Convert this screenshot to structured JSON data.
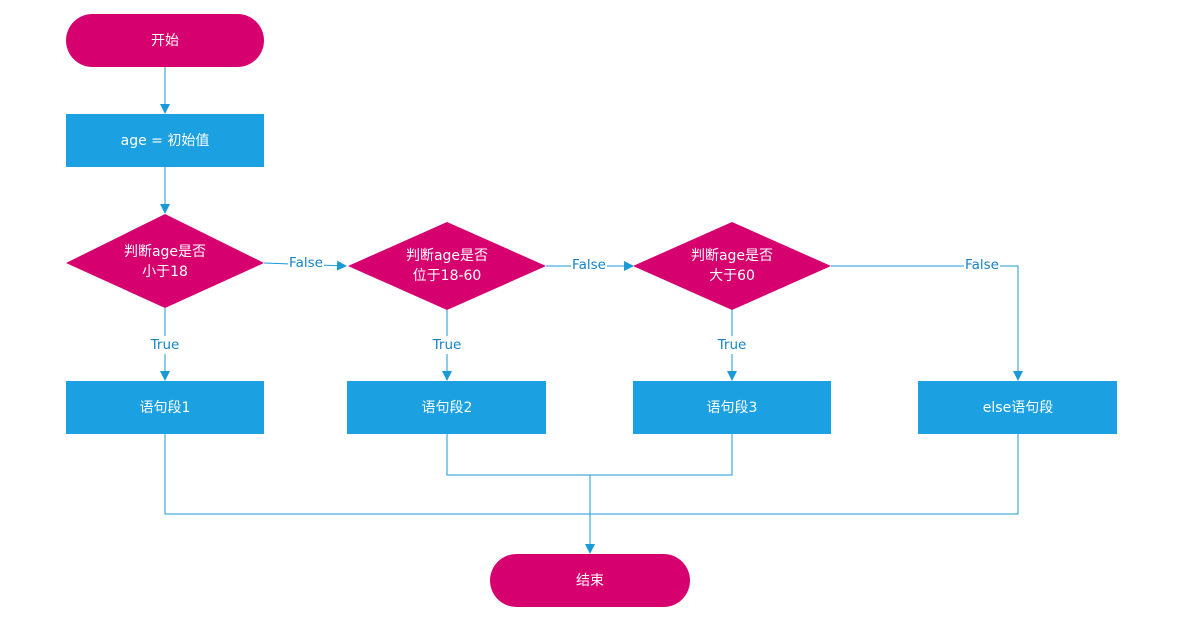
{
  "colors": {
    "terminal": "#d6006f",
    "decision": "#d6006f",
    "process": "#1ba0e2",
    "edge": "#1a9bd7",
    "edge_label": "#1583c6",
    "node_text": "#ffffff"
  },
  "nodes": {
    "start": {
      "label": "开始",
      "shape": "terminal"
    },
    "init": {
      "label": "age = 初始值",
      "shape": "process"
    },
    "decision1": {
      "lines": [
        "判断age是否",
        "小于18"
      ],
      "shape": "decision"
    },
    "decision2": {
      "lines": [
        "判断age是否",
        "位于18-60"
      ],
      "shape": "decision"
    },
    "decision3": {
      "lines": [
        "判断age是否",
        "大于60"
      ],
      "shape": "decision"
    },
    "block1": {
      "label": "语句段1",
      "shape": "process"
    },
    "block2": {
      "label": "语句段2",
      "shape": "process"
    },
    "block3": {
      "label": "语句段3",
      "shape": "process"
    },
    "else_block": {
      "label": "else语句段",
      "shape": "process"
    },
    "end": {
      "label": "结束",
      "shape": "terminal"
    }
  },
  "edges": {
    "true_label": "True",
    "false_label": "False"
  }
}
